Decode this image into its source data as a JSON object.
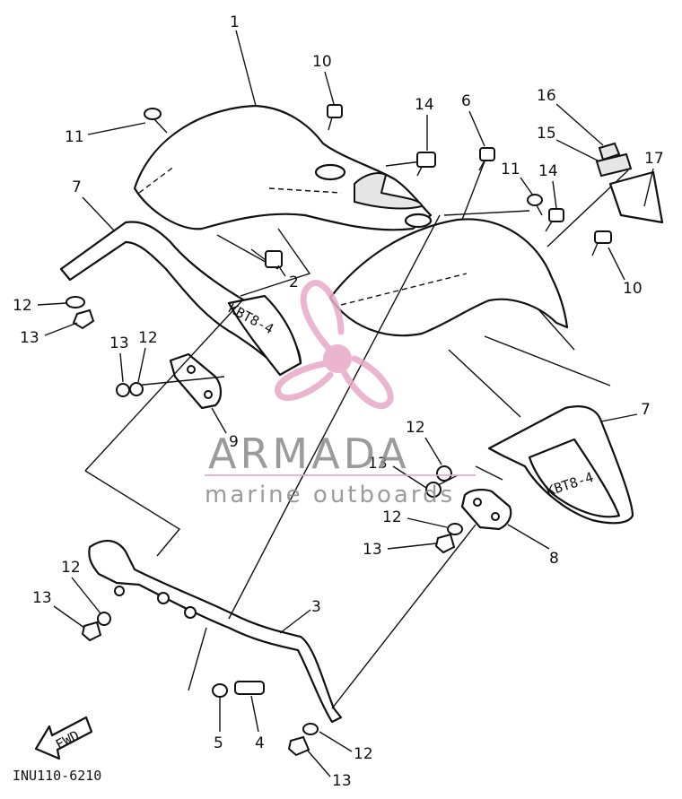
{
  "diagram": {
    "reference_code": "INU110-6210",
    "fwd_label": "FWD",
    "front_label": "KBT8-4",
    "rear_label": "KBT8-4",
    "callouts": [
      {
        "id": "c1",
        "label": "1"
      },
      {
        "id": "c10a",
        "label": "10"
      },
      {
        "id": "c14a",
        "label": "14"
      },
      {
        "id": "c6",
        "label": "6"
      },
      {
        "id": "c16",
        "label": "16"
      },
      {
        "id": "c15",
        "label": "15"
      },
      {
        "id": "c17",
        "label": "17"
      },
      {
        "id": "c11a",
        "label": "11"
      },
      {
        "id": "c11b",
        "label": "11"
      },
      {
        "id": "c14b",
        "label": "14"
      },
      {
        "id": "c7a",
        "label": "7"
      },
      {
        "id": "c2",
        "label": "2"
      },
      {
        "id": "c10b",
        "label": "10"
      },
      {
        "id": "c12a",
        "label": "12"
      },
      {
        "id": "c13a",
        "label": "13"
      },
      {
        "id": "c13b",
        "label": "13"
      },
      {
        "id": "c12b",
        "label": "12"
      },
      {
        "id": "c9",
        "label": "9"
      },
      {
        "id": "c7b",
        "label": "7"
      },
      {
        "id": "c12c",
        "label": "12"
      },
      {
        "id": "c13c",
        "label": "13"
      },
      {
        "id": "c12d",
        "label": "12"
      },
      {
        "id": "c13d",
        "label": "13"
      },
      {
        "id": "c8",
        "label": "8"
      },
      {
        "id": "c12e",
        "label": "12"
      },
      {
        "id": "c13e",
        "label": "13"
      },
      {
        "id": "c3",
        "label": "3"
      },
      {
        "id": "c5",
        "label": "5"
      },
      {
        "id": "c4",
        "label": "4"
      },
      {
        "id": "c12f",
        "label": "12"
      },
      {
        "id": "c13f",
        "label": "13"
      }
    ]
  },
  "watermark": {
    "brand": "ARMADA",
    "tagline": "marine outboards",
    "accent_color": "#e8a9c8",
    "text_color": "#8a8a8a"
  }
}
